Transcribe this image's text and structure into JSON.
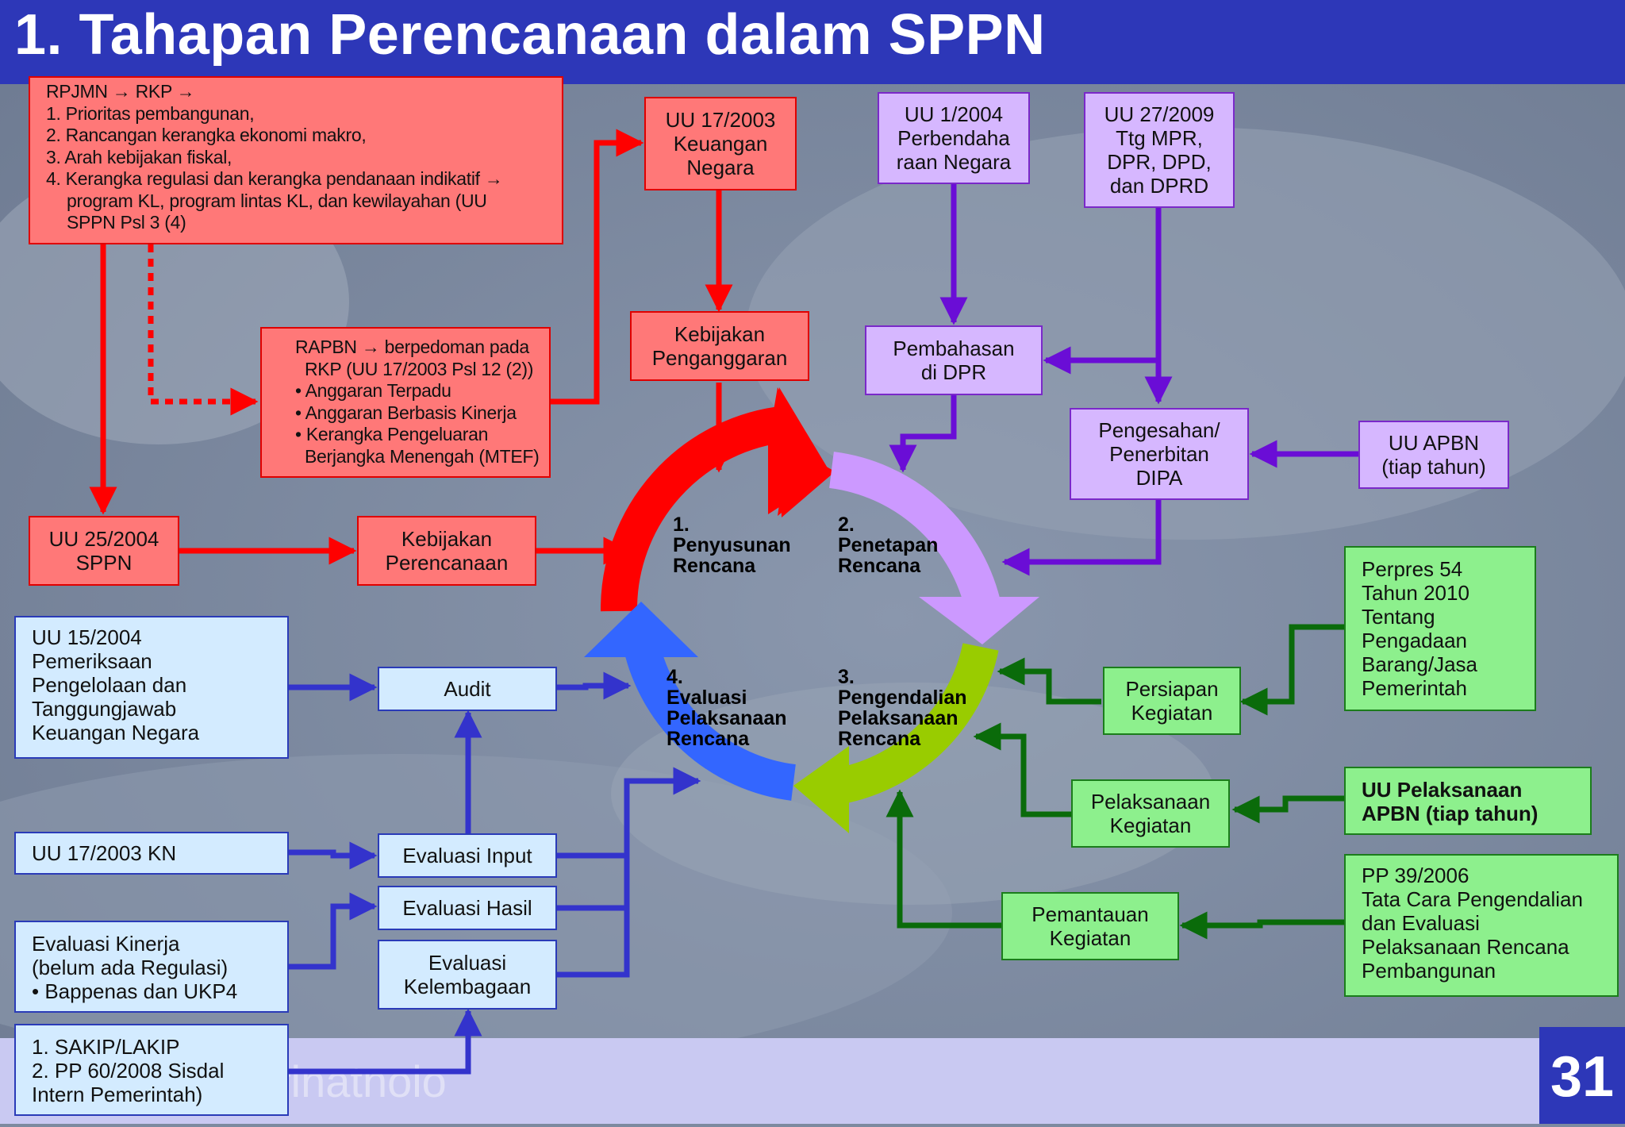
{
  "title": "1. Tahapan Perencanaan dalam SPPN",
  "page_number": "31",
  "watermark": "rinatnolo",
  "colors": {
    "header": "#2d37b8",
    "red": "#ff0000",
    "purple": "#cc99ff",
    "green": "#99cc00",
    "blue": "#3366ff"
  },
  "cycle": {
    "stage1": [
      "1.",
      "Penyusunan",
      "Rencana"
    ],
    "stage2": [
      "2.",
      "Penetapan",
      "Rencana"
    ],
    "stage3": [
      "3.",
      "Pengendalian",
      "Pelaksanaan",
      "Rencana"
    ],
    "stage4": [
      "4.",
      "Evaluasi",
      "Pelaksanaan",
      "Rencana"
    ]
  },
  "boxes": {
    "rpjmn": [
      "RPJMN → RKP →",
      "1. Prioritas pembangunan,",
      "2. Rancangan kerangka ekonomi makro,",
      "3. Arah kebijakan fiskal,",
      "4. Kerangka regulasi dan kerangka pendanaan indikatif →",
      "program KL, program lintas KL, dan kewilayahan (UU",
      "SPPN Psl 3 (4)"
    ],
    "rapbn": [
      "RAPBN → berpedoman pada",
      "RKP (UU 17/2003 Psl 12 (2))",
      "• Anggaran Terpadu",
      "• Anggaran Berbasis Kinerja",
      "• Kerangka Pengeluaran",
      "Berjangka Menengah (MTEF)"
    ],
    "uu17": [
      "UU 17/2003",
      "Keuangan",
      "Negara"
    ],
    "kebijakan_anggaran": [
      "Kebijakan",
      "Penganggaran"
    ],
    "uu25": [
      "UU 25/2004",
      "SPPN"
    ],
    "kebijakan_rencana": [
      "Kebijakan",
      "Perencanaan"
    ],
    "uu1": [
      "UU 1/2004",
      "Perbendaha",
      "raan Negara"
    ],
    "uu27": [
      "UU 27/2009",
      "Ttg MPR,",
      "DPR, DPD,",
      "dan DPRD"
    ],
    "pembahasan": [
      "Pembahasan",
      "di DPR"
    ],
    "pengesahan": [
      "Pengesahan/",
      "Penerbitan",
      "DIPA"
    ],
    "uu_apbn": [
      "UU APBN",
      "(tiap tahun)"
    ],
    "perpres": [
      "Perpres 54",
      "Tahun 2010",
      "Tentang",
      "Pengadaan",
      "Barang/Jasa",
      "Pemerintah"
    ],
    "persiapan": [
      "Persiapan",
      "Kegiatan"
    ],
    "uu_pelaksanaan": [
      "UU Pelaksanaan",
      "APBN (tiap tahun)"
    ],
    "pelaksanaan": [
      "Pelaksanaan",
      "Kegiatan"
    ],
    "pp39": [
      "PP 39/2006",
      "Tata Cara Pengendalian",
      "dan Evaluasi",
      "Pelaksanaan Rencana",
      "Pembangunan"
    ],
    "pemantauan": [
      "Pemantauan",
      "Kegiatan"
    ],
    "uu15": [
      "UU 15/2004",
      "Pemeriksaan",
      "Pengelolaan dan",
      "Tanggungjawab",
      "Keuangan Negara"
    ],
    "audit": [
      "Audit"
    ],
    "uu17kn": [
      "UU 17/2003 KN"
    ],
    "eval_input": [
      "Evaluasi Input"
    ],
    "eval_hasil": [
      "Evaluasi Hasil"
    ],
    "eval_kinerja": [
      "Evaluasi Kinerja",
      "(belum ada Regulasi)",
      "• Bappenas dan UKP4"
    ],
    "eval_lembaga": [
      "Evaluasi",
      "Kelembagaan"
    ],
    "sakip": [
      "1. SAKIP/LAKIP",
      "2. PP 60/2008 Sisdal",
      "Intern Pemerintah)"
    ]
  }
}
